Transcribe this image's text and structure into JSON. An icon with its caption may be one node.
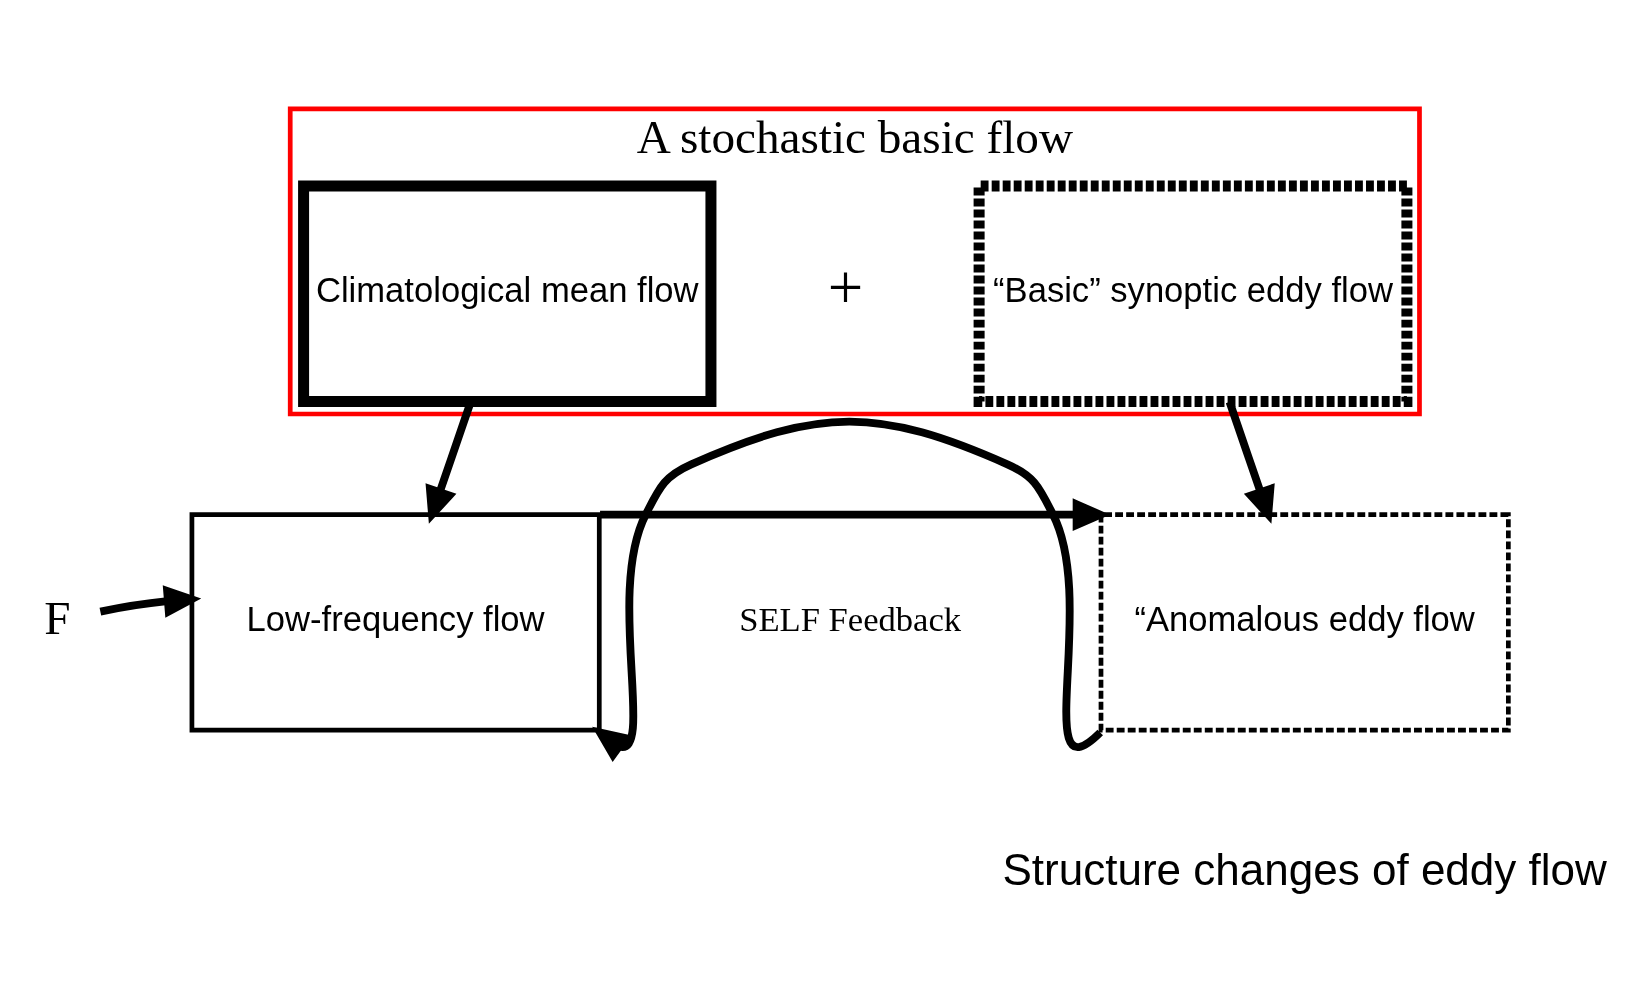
{
  "diagram": {
    "nodes": [
      {
        "text": [
          "A stochastic basic flow"
        ]
      },
      {
        "text": [
          "Climatological mean flow"
        ],
        "in": 0
      },
      {
        "text": [
          "“Basic” synoptic eddy flow"
        ],
        "in": 0
      },
      {
        "text": [
          "Low-frequency flow"
        ]
      },
      {
        "text": [
          "“Anomalous eddy flow"
        ],
        "beside": [
          "Structure changes of eddy flow"
        ]
      },
      {
        "text": [
          "F"
        ]
      }
    ],
    "edges": [
      {
        "from": 1,
        "to": 3,
        "arrow": "to"
      },
      {
        "from": 2,
        "to": 4,
        "arrow": "to"
      },
      {
        "from": 5,
        "to": 3,
        "arrow": "to"
      },
      {
        "from": 3,
        "to": 4,
        "arrow": "to"
      },
      {
        "from": 4,
        "to": 3,
        "arrow": "to"
      }
    ],
    "labels": [
      "+",
      "SELF Feedback"
    ]
  }
}
